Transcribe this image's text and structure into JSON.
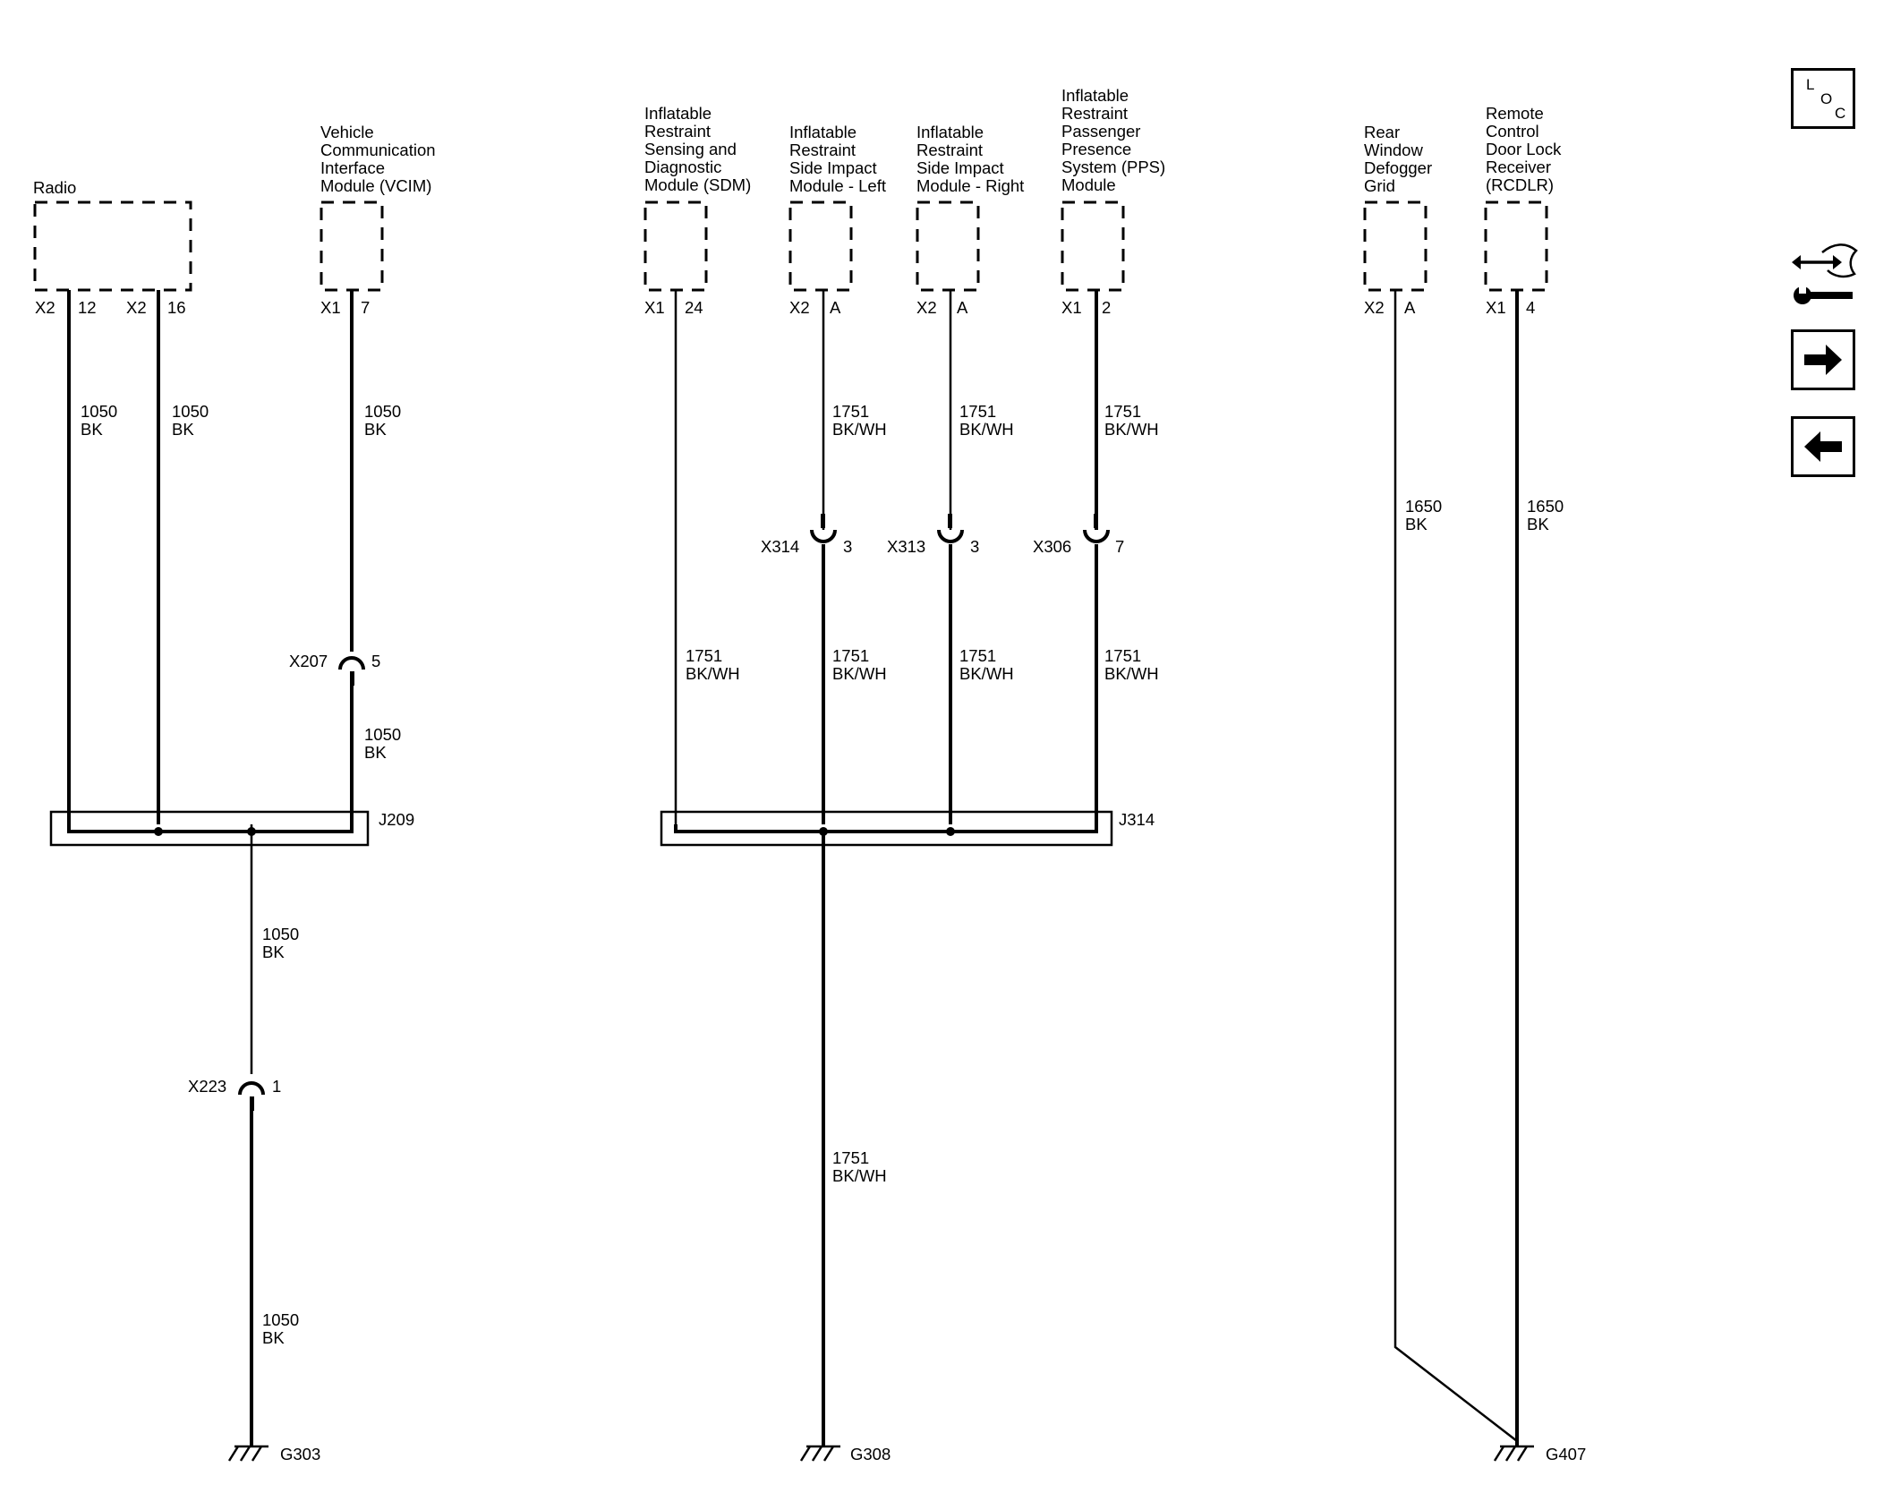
{
  "components": {
    "radio": {
      "name": "Radio",
      "conn_a": "X2",
      "pin_a": "12",
      "conn_b": "X2",
      "pin_b": "16"
    },
    "vcim": {
      "name_lines": [
        "Vehicle",
        "Communication",
        "Interface",
        "Module (VCIM)"
      ],
      "conn": "X1",
      "pin": "7"
    },
    "sdm": {
      "name_lines": [
        "Inflatable",
        "Restraint",
        "Sensing and",
        "Diagnostic",
        "Module (SDM)"
      ],
      "conn": "X1",
      "pin": "24"
    },
    "side_left": {
      "name_lines": [
        "Inflatable",
        "Restraint",
        "Side Impact",
        "Module - Left"
      ],
      "conn": "X2",
      "pin": "A"
    },
    "side_right": {
      "name_lines": [
        "Inflatable",
        "Restraint",
        "Side Impact",
        "Module - Right"
      ],
      "conn": "X2",
      "pin": "A"
    },
    "pps": {
      "name_lines": [
        "Inflatable",
        "Restraint",
        "Passenger",
        "Presence",
        "System (PPS)",
        "Module"
      ],
      "conn": "X1",
      "pin": "2"
    },
    "defogger": {
      "name_lines": [
        "Rear",
        "Window",
        "Defogger",
        "Grid"
      ],
      "conn": "X2",
      "pin": "A"
    },
    "rcdlr": {
      "name_lines": [
        "Remote",
        "Control",
        "Door Lock",
        "Receiver",
        "(RCDLR)"
      ],
      "conn": "X1",
      "pin": "4"
    }
  },
  "wires": {
    "radio_12": [
      "1050",
      "BK"
    ],
    "radio_16": [
      "1050",
      "BK"
    ],
    "vcim_top": [
      "1050",
      "BK"
    ],
    "vcim_bottom": [
      "1050",
      "BK"
    ],
    "j209_down": [
      "1050",
      "BK"
    ],
    "g303_feed": [
      "1050",
      "BK"
    ],
    "sdm": [
      "1751",
      "BK/WH"
    ],
    "left_top": [
      "1751",
      "BK/WH"
    ],
    "right_top": [
      "1751",
      "BK/WH"
    ],
    "pps_top": [
      "1751",
      "BK/WH"
    ],
    "left_bottom": [
      "1751",
      "BK/WH"
    ],
    "right_bottom": [
      "1751",
      "BK/WH"
    ],
    "pps_bottom": [
      "1751",
      "BK/WH"
    ],
    "j314_down": [
      "1751",
      "BK/WH"
    ],
    "defogger": [
      "1650",
      "BK"
    ],
    "rcdlr": [
      "1650",
      "BK"
    ]
  },
  "inline_connectors": {
    "x207": {
      "name": "X207",
      "pin": "5"
    },
    "x223": {
      "name": "X223",
      "pin": "1"
    },
    "x314": {
      "name": "X314",
      "pin": "3"
    },
    "x313": {
      "name": "X313",
      "pin": "3"
    },
    "x306": {
      "name": "X306",
      "pin": "7"
    }
  },
  "splices": {
    "j209": "J209",
    "j314": "J314"
  },
  "grounds": {
    "g303": "G303",
    "g308": "G308",
    "g407": "G407"
  },
  "side_buttons": {
    "loc": {
      "l": "L",
      "o": "O",
      "c": "C",
      "icon": "location-icon"
    },
    "tools": "connector-tools-icon",
    "forward": "arrow-right-icon",
    "back": "arrow-left-icon"
  }
}
